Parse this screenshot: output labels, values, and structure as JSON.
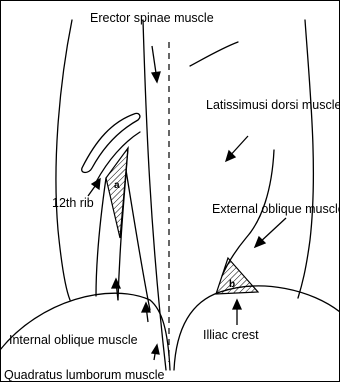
{
  "labels": {
    "erector_spinae": "Erector spinae muscle",
    "latissimus_dorsi": "Latissimusi dorsi muscle",
    "rib_12": "12th rib",
    "external_oblique": "External oblique muscle",
    "internal_oblique": "Internal oblique muscle",
    "iliac_crest": "Illiac crest",
    "quadratus_lumborum": "Quadratus lumborum muscle"
  },
  "triangles": {
    "a": "a",
    "b": "b"
  }
}
